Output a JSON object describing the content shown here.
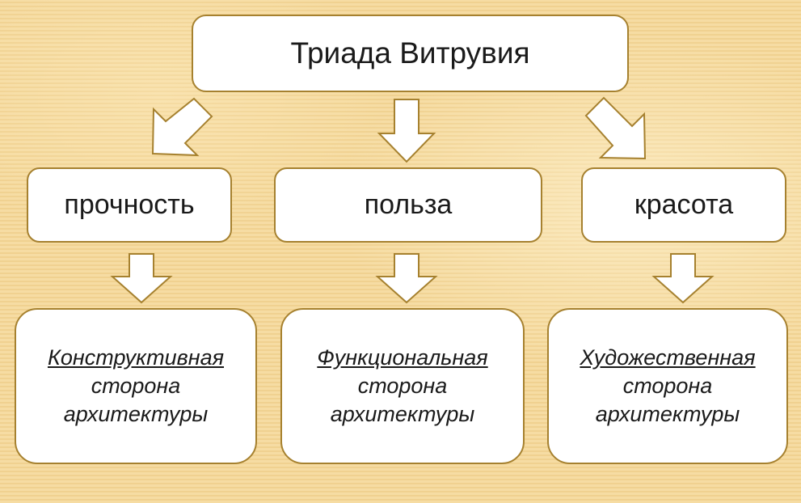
{
  "diagram": {
    "title": "Триада Витрувия",
    "qualities": [
      {
        "label": "прочность"
      },
      {
        "label": "польза"
      },
      {
        "label": "красота"
      }
    ],
    "aspects": [
      {
        "keyword": "Конструктивная",
        "line2": "сторона",
        "line3": "архитектуры"
      },
      {
        "keyword": "Функциональная",
        "line2": "сторона",
        "line3": "архитектуры"
      },
      {
        "keyword": "Художественная",
        "line2": "сторона",
        "line3": "архитектуры"
      }
    ]
  },
  "colors": {
    "box_border": "#a6812f",
    "arrow_fill": "#ffffff",
    "arrow_stroke": "#a6812f",
    "background": "#f6dca3"
  }
}
